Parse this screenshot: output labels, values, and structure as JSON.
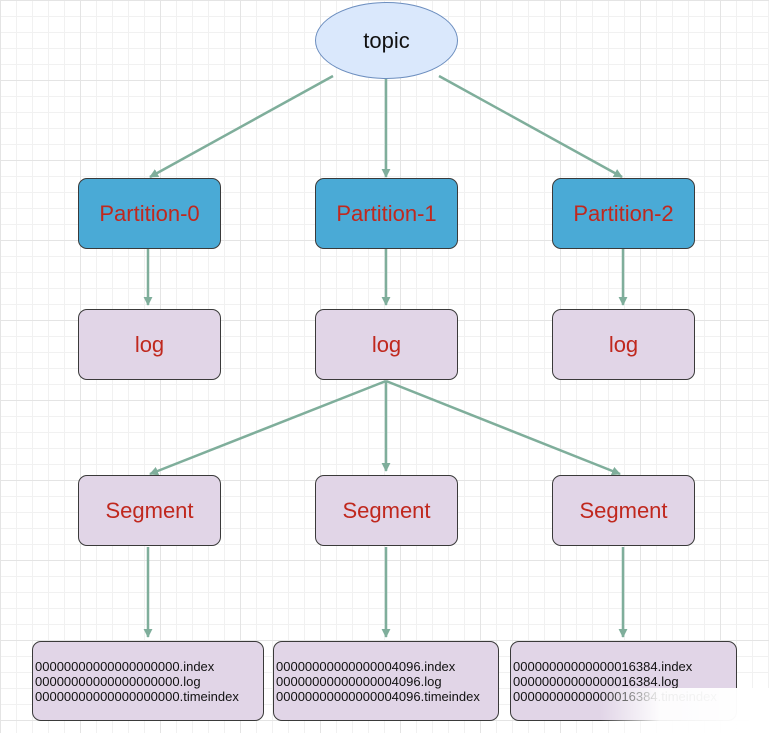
{
  "diagram": {
    "topic": "topic",
    "partitions": [
      "Partition-0",
      "Partition-1",
      "Partition-2"
    ],
    "logs": [
      "log",
      "log",
      "log"
    ],
    "segments": [
      "Segment",
      "Segment",
      "Segment"
    ],
    "segment_files": [
      [
        "00000000000000000000.index",
        "00000000000000000000.log",
        "00000000000000000000.timeindex"
      ],
      [
        "00000000000000004096.index",
        "00000000000000004096.log",
        "00000000000000004096.timeindex"
      ],
      [
        "00000000000000016384.index",
        "00000000000000016384.log",
        "00000000000000016384.timeindex"
      ]
    ],
    "colors": {
      "edge": "#7fae9b",
      "partition_fill": "#4aaad6",
      "node_fill": "#e1d5e7",
      "topic_fill": "#dae8fc",
      "label_red": "#c0281e"
    }
  }
}
